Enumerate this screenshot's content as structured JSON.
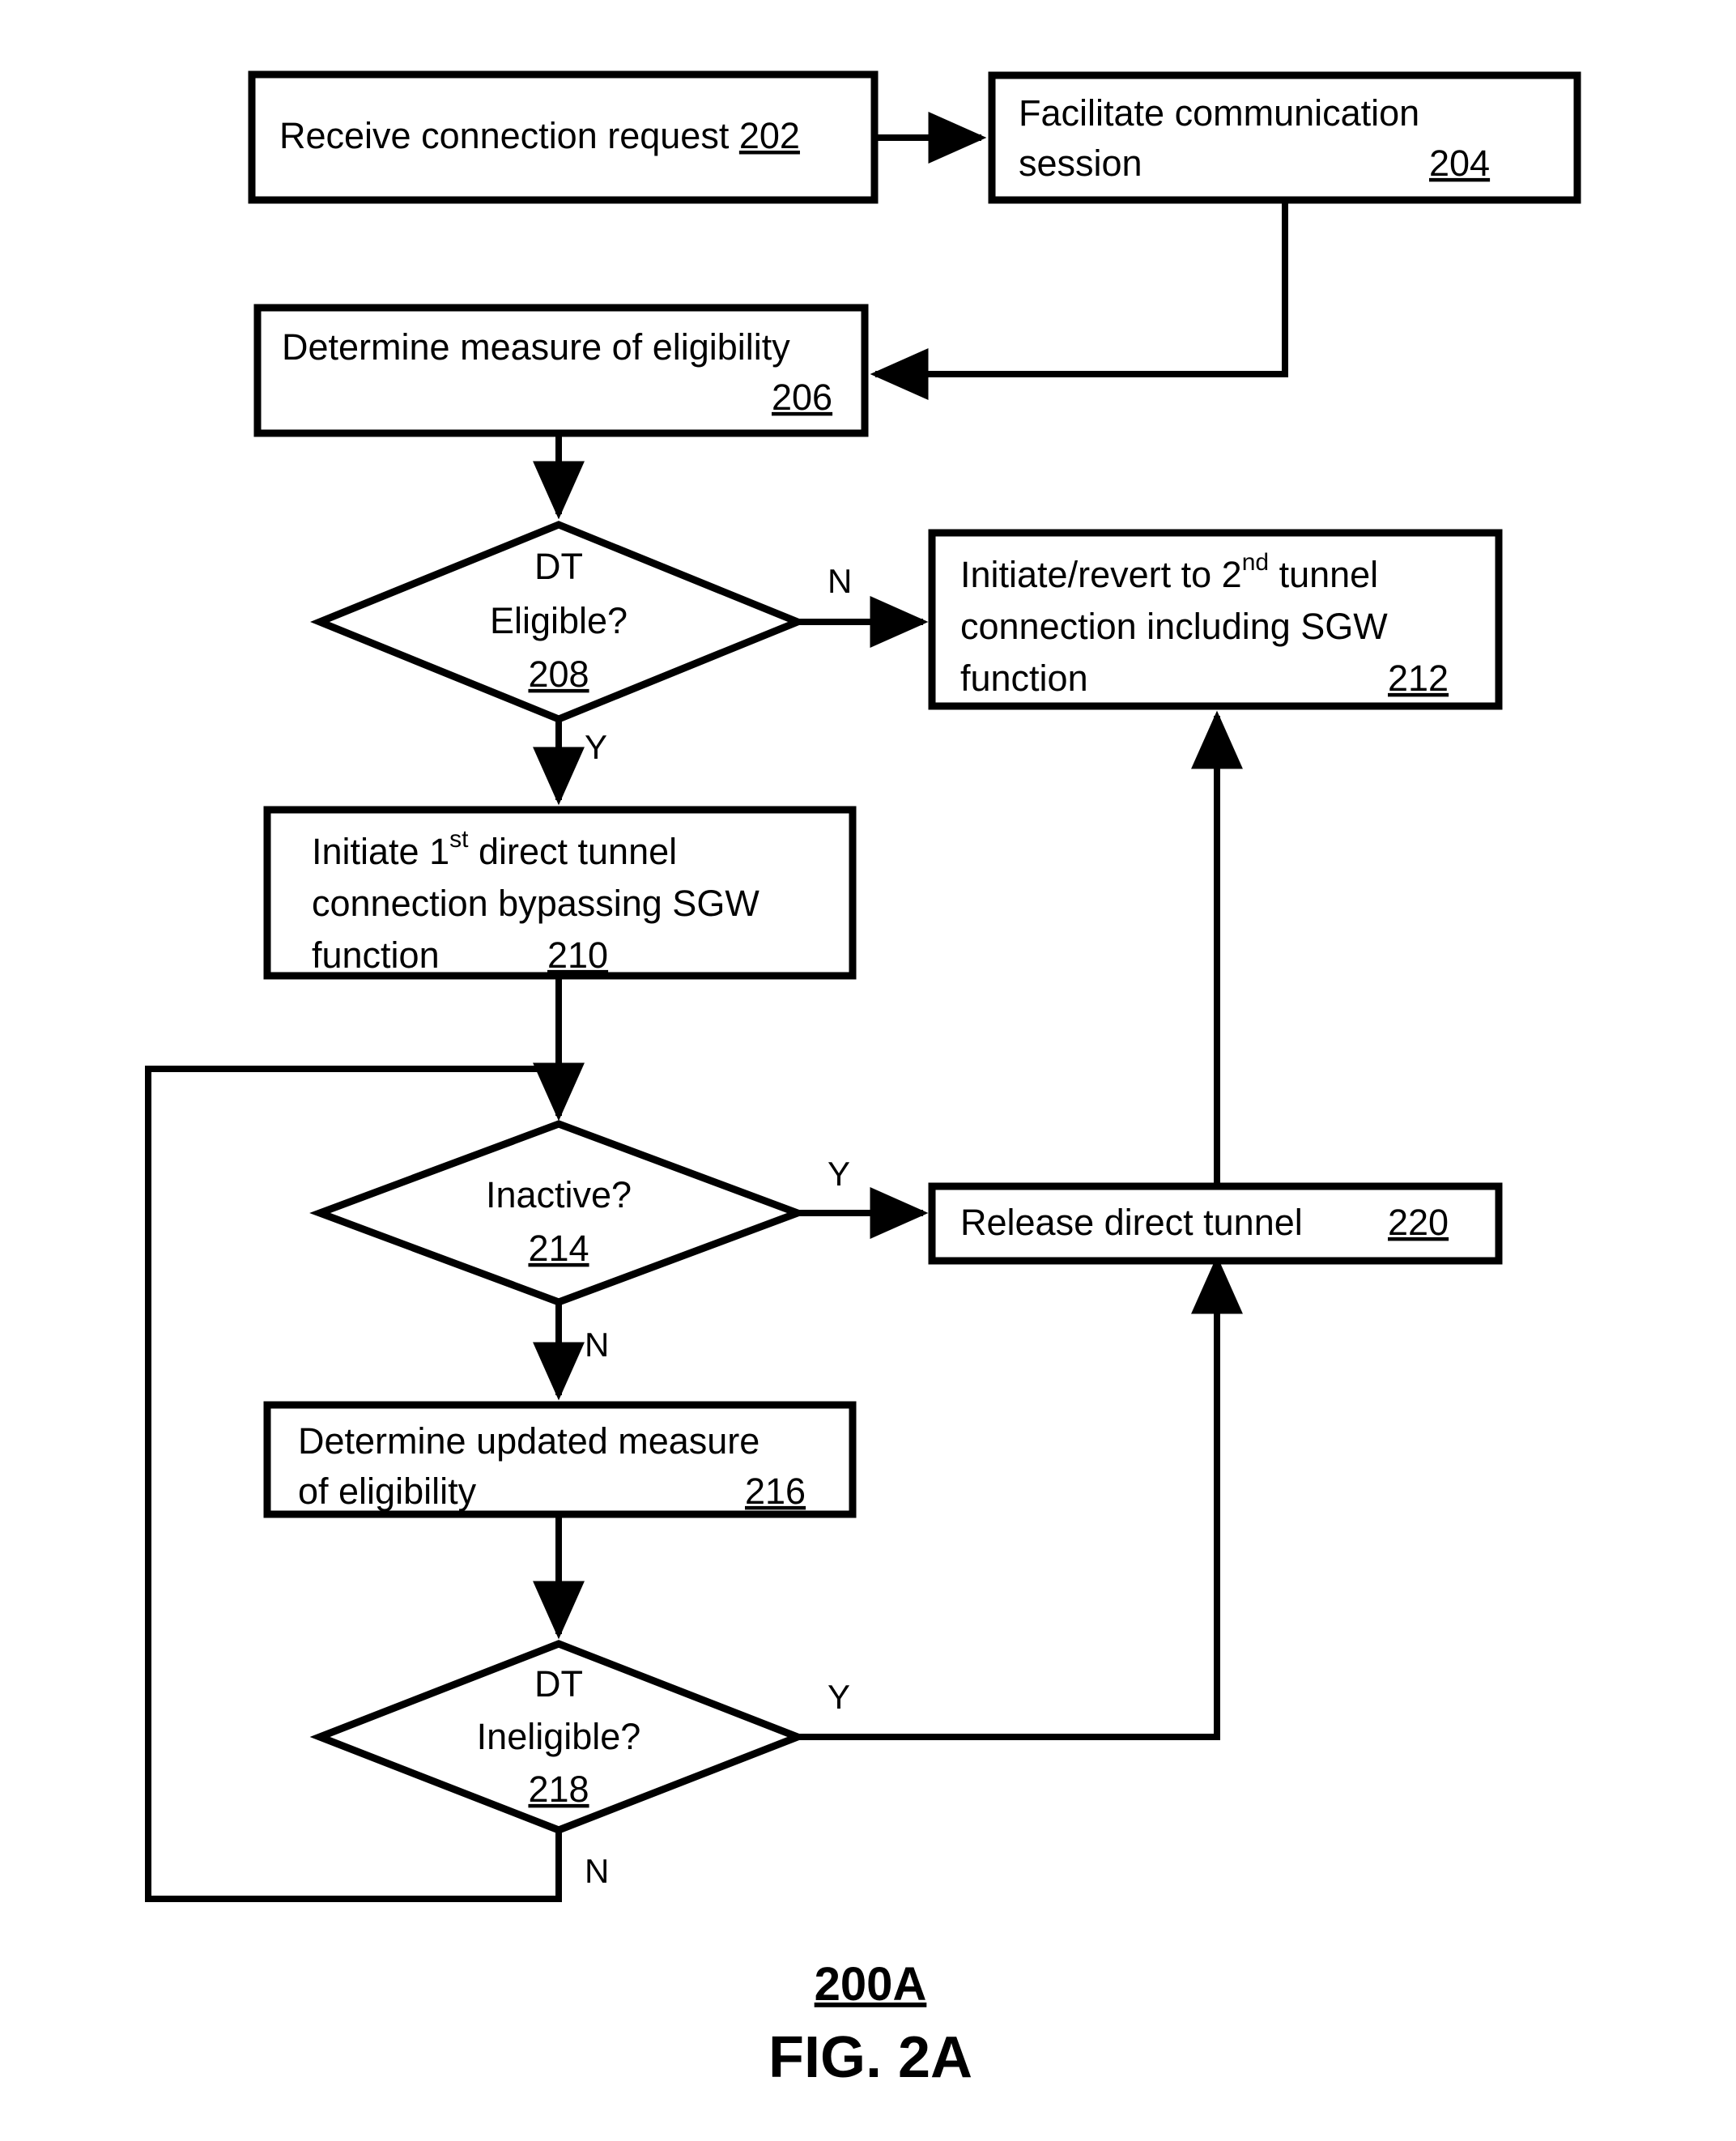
{
  "figure": {
    "reference_numeral": "200A",
    "caption": "FIG. 2A"
  },
  "nodes": {
    "n202": {
      "id": "202",
      "shape": "process",
      "lines": [
        "Receive connection request"
      ],
      "label_full": "Receive connection request 202"
    },
    "n204": {
      "id": "204",
      "shape": "process",
      "lines": [
        "Facilitate communication",
        "session"
      ],
      "label_full": "Facilitate communication session 204"
    },
    "n206": {
      "id": "206",
      "shape": "process",
      "lines": [
        "Determine measure of eligibility"
      ],
      "label_full": "Determine measure of eligibility 206"
    },
    "n208": {
      "id": "208",
      "shape": "decision",
      "lines": [
        "DT",
        "Eligible?"
      ],
      "label_full": "DT Eligible? 208"
    },
    "n210": {
      "id": "210",
      "shape": "process",
      "line1_pre": "Initiate 1",
      "line1_sup": "st",
      "line1_post": " direct tunnel",
      "lines": [
        "connection bypassing SGW",
        "function"
      ],
      "label_full": "Initiate 1st direct tunnel connection bypassing SGW function 210"
    },
    "n212": {
      "id": "212",
      "shape": "process",
      "line1_pre": "Initiate/revert to 2",
      "line1_sup": "nd",
      "line1_post": " tunnel",
      "lines": [
        "connection including SGW",
        "function"
      ],
      "label_full": "Initiate/revert to 2nd tunnel connection including SGW function 212"
    },
    "n214": {
      "id": "214",
      "shape": "decision",
      "lines": [
        "Inactive?"
      ],
      "label_full": "Inactive? 214"
    },
    "n216": {
      "id": "216",
      "shape": "process",
      "lines": [
        "Determine updated measure",
        "of eligibility"
      ],
      "label_full": "Determine updated measure of eligibility 216"
    },
    "n218": {
      "id": "218",
      "shape": "decision",
      "lines": [
        "DT",
        "Ineligible?"
      ],
      "label_full": "DT Ineligible? 218"
    },
    "n220": {
      "id": "220",
      "shape": "process",
      "lines": [
        "Release direct tunnel"
      ],
      "label_full": "Release direct tunnel 220"
    }
  },
  "branch_labels": {
    "e208_no": "N",
    "e208_yes": "Y",
    "e214_yes": "Y",
    "e214_no": "N",
    "e218_yes": "Y",
    "e218_no": "N"
  },
  "colors": {
    "stroke": "#000000",
    "fill": "#ffffff",
    "text": "#000000"
  }
}
